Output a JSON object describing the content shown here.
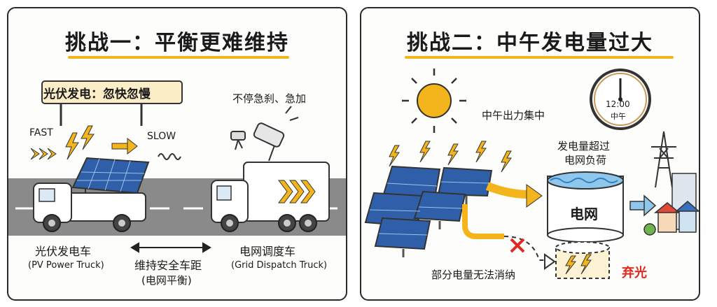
{
  "left": {
    "title": "挑战一：平衡更难维持",
    "sign": "光伏发电：忽快忽慢",
    "fast": "FAST",
    "slow": "SLOW",
    "brake_note": "不停急刹、急加",
    "pv_truck_cn": "光伏发电车",
    "pv_truck_en": "(PV Power Truck)",
    "distance_cn": "维持安全车距",
    "distance_sub": "(电网平衡)",
    "grid_truck_cn": "电网调度车",
    "grid_truck_en": "(Grid Dispatch Truck)"
  },
  "right": {
    "title": "挑战二：中午发电量过大",
    "noon_output": "中午出力集中",
    "clock_time": "12:00",
    "clock_label": "中午",
    "exceed_line1": "发电量超过",
    "exceed_line2": "电网负荷",
    "grid": "电网",
    "cannot_absorb": "部分电量无法消纳",
    "curtail": "弃光"
  },
  "colors": {
    "accent_yellow": "#f3b51b",
    "panel_blue": "#2f5fa8",
    "curtail_red": "#e02a1d",
    "water_blue": "#8fc7ec"
  }
}
